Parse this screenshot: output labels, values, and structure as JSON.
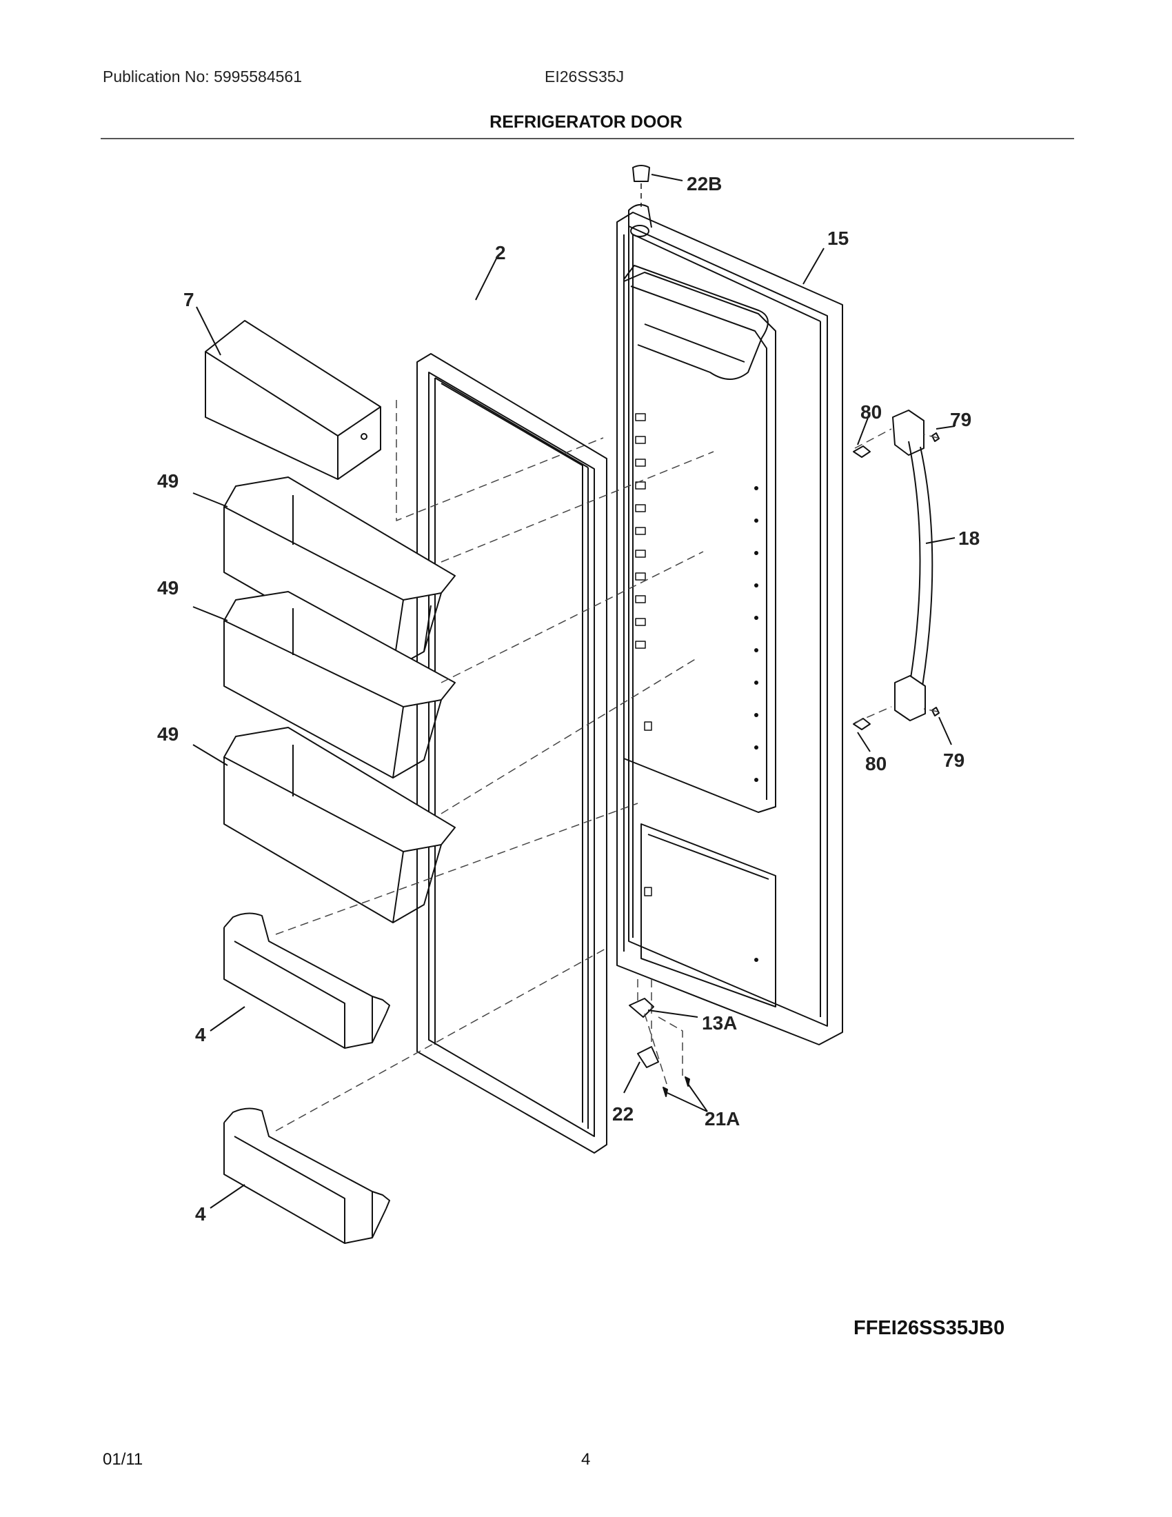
{
  "header": {
    "publication": "Publication No: 5995584561",
    "model": "EI26SS35J",
    "title": "REFRIGERATOR DOOR"
  },
  "callouts": {
    "c22B": "22B",
    "c15": "15",
    "c7": "7",
    "c2": "2",
    "c80a": "80",
    "c79a": "79",
    "c49a": "49",
    "c18": "18",
    "c49b": "49",
    "c49c": "49",
    "c80b": "80",
    "c79b": "79",
    "c13A": "13A",
    "c4a": "4",
    "c22": "22",
    "c21A": "21A",
    "c4b": "4"
  },
  "footer": {
    "drawing_code": "FFEI26SS35JB0",
    "date": "01/11",
    "page": "4"
  }
}
